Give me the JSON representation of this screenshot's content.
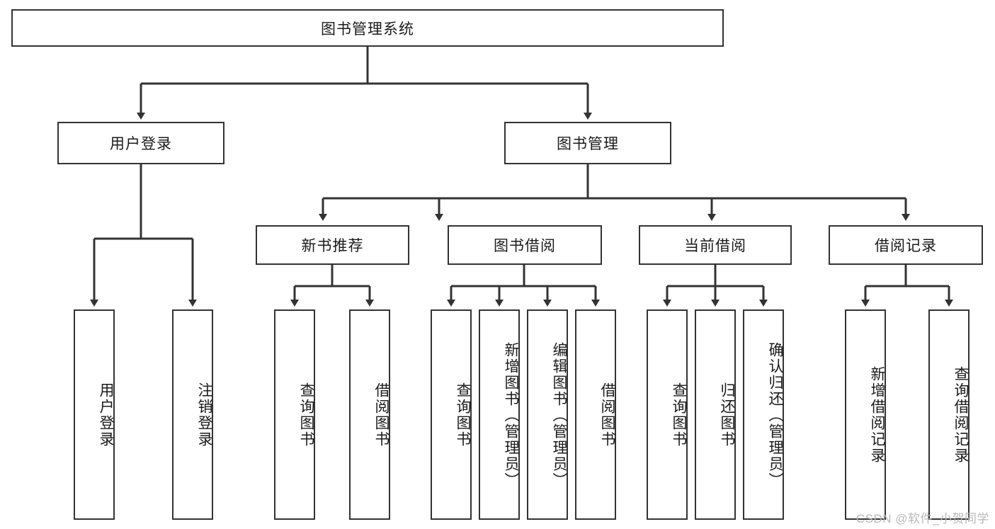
{
  "diagram": {
    "title": "图书管理系统",
    "type": "tree-hierarchy",
    "root": {
      "label": "图书管理系统"
    },
    "level1": [
      {
        "label": "用户登录"
      },
      {
        "label": "图书管理"
      }
    ],
    "level2": [
      {
        "label": "新书推荐"
      },
      {
        "label": "图书借阅"
      },
      {
        "label": "当前借阅"
      },
      {
        "label": "借阅记录"
      }
    ],
    "leaves": [
      {
        "label": "用户登录",
        "parent": "用户登录"
      },
      {
        "label": "注销登录",
        "parent": "用户登录"
      },
      {
        "label": "查询图书",
        "parent": "新书推荐"
      },
      {
        "label": "借阅图书",
        "parent": "新书推荐"
      },
      {
        "label": "查询图书",
        "parent": "图书借阅"
      },
      {
        "label": "新增图书（管理员）",
        "parent": "图书借阅"
      },
      {
        "label": "编辑图书（管理员）",
        "parent": "图书借阅"
      },
      {
        "label": "借阅图书",
        "parent": "图书借阅"
      },
      {
        "label": "查询图书",
        "parent": "当前借阅"
      },
      {
        "label": "归还图书",
        "parent": "当前借阅"
      },
      {
        "label": "确认归还（管理员）",
        "parent": "当前借阅"
      },
      {
        "label": "新增借阅记录",
        "parent": "借阅记录"
      },
      {
        "label": "查询借阅记录",
        "parent": "借阅记录"
      }
    ]
  },
  "watermark": {
    "text": "CSDN @软件_小贺同学"
  },
  "colors": {
    "stroke": "#333333",
    "text": "#1a1a1a",
    "background": "#ffffff",
    "watermark": "#b9b9b9"
  }
}
